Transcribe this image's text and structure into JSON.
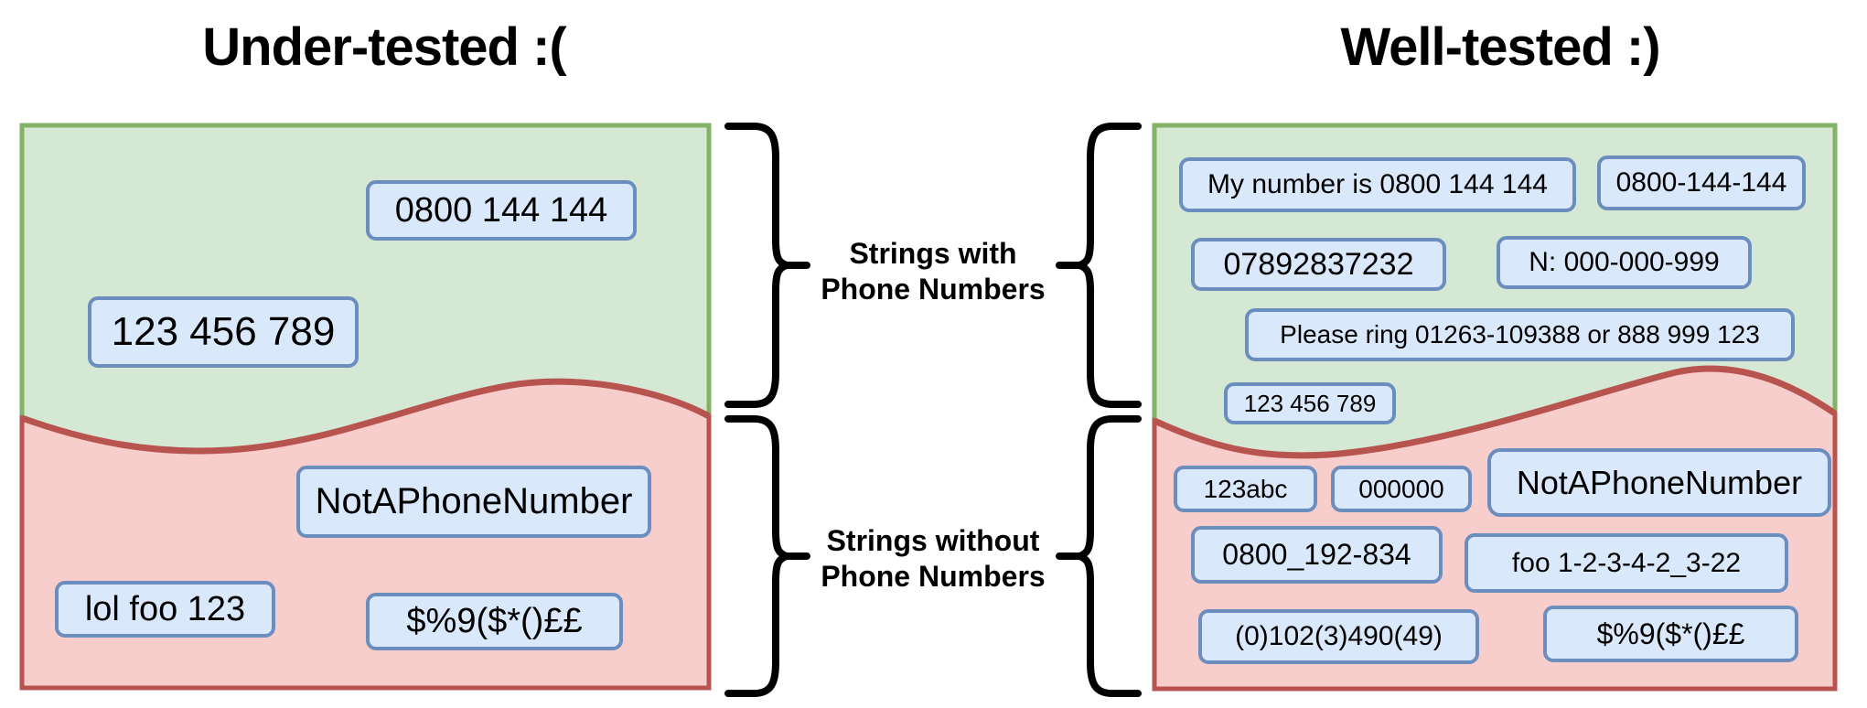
{
  "titles": {
    "left": "Under-tested :(",
    "right": "Well-tested :)"
  },
  "group_labels": {
    "with": {
      "line1": "Strings with",
      "line2": "Phone Numbers"
    },
    "without": {
      "line1": "Strings without",
      "line2": "Phone Numbers"
    }
  },
  "left_panel": {
    "with_phone_numbers": [
      "0800 144 144",
      "123 456 789"
    ],
    "without_phone_numbers": [
      "NotAPhoneNumber",
      "lol foo 123",
      "$%9($*()££"
    ]
  },
  "right_panel": {
    "with_phone_numbers": [
      "My number is 0800 144 144",
      "0800-144-144",
      "07892837232",
      "N: 000-000-999",
      "Please ring 01263-109388 or 888 999 123",
      "123 456 789"
    ],
    "without_phone_numbers": [
      "123abc",
      "000000",
      "NotAPhoneNumber",
      "0800_192-834",
      "foo 1-2-3-4-2_3-22",
      "(0)102(3)490(49)",
      "$%9($*()££"
    ]
  },
  "colors": {
    "green_fill": "#d5e8d4",
    "green_stroke": "#82b366",
    "red_fill": "#f8cecc",
    "red_stroke": "#b85450",
    "box_fill": "#dae8fc",
    "box_stroke": "#6c8ebf",
    "text": "#000000"
  }
}
